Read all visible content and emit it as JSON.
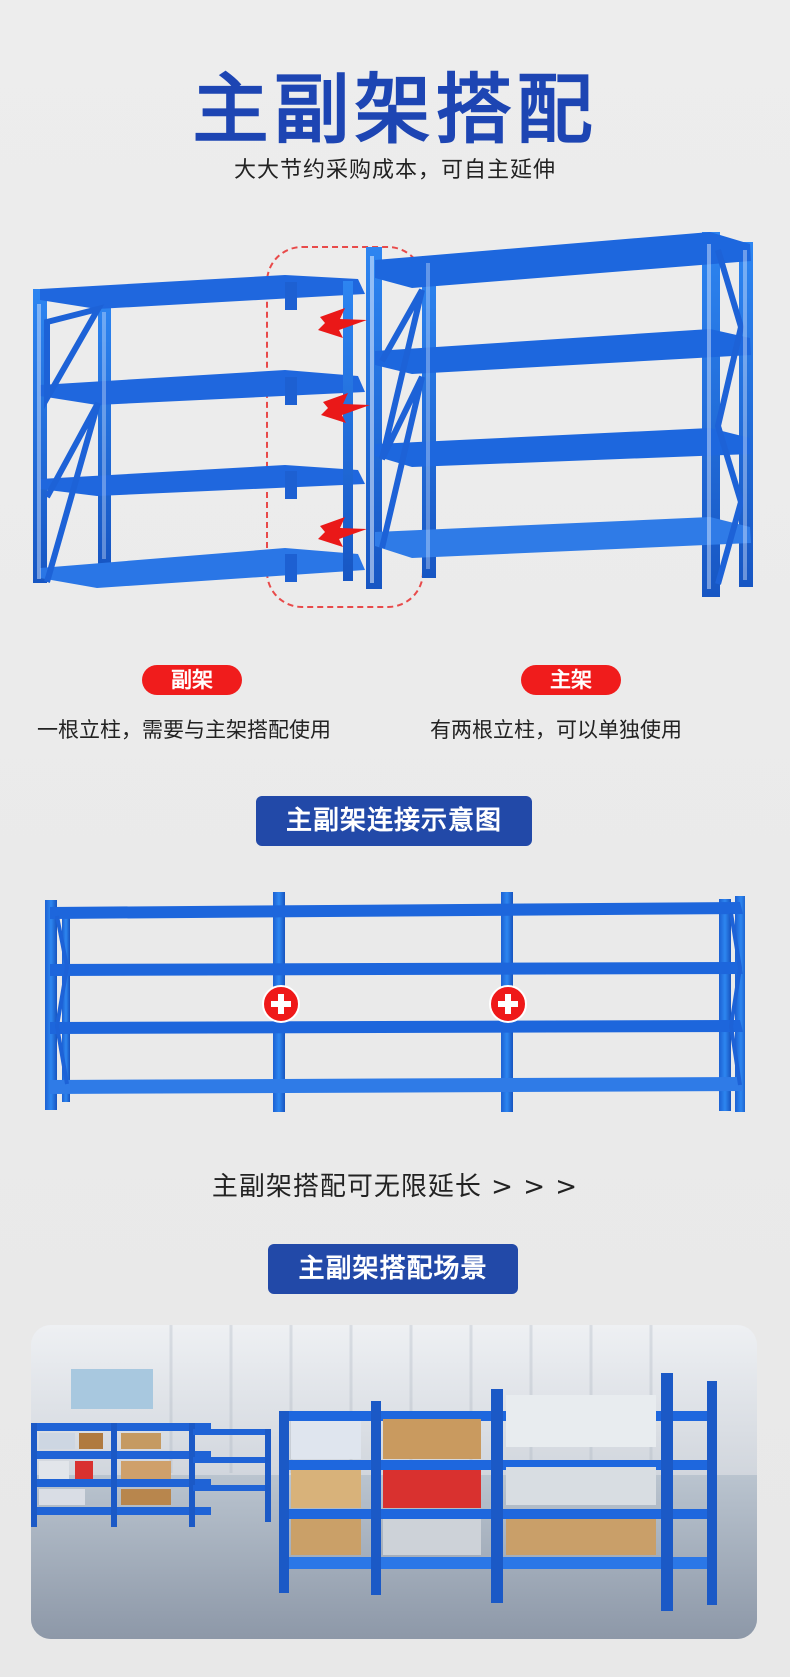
{
  "title": "主副架搭配",
  "subtitle": "大大节约采购成本，可自主延伸",
  "labels": {
    "secondary": "副架",
    "main": "主架"
  },
  "descriptions": {
    "secondary": "一根立柱，需要与主架搭配使用",
    "main": "有两根立柱，可以单独使用"
  },
  "sections": {
    "connection": "主副架连接示意图",
    "scene": "主副架搭配场景"
  },
  "caption": "主副架搭配可无限延长 > > >",
  "colors": {
    "brand_blue": "#1d45b3",
    "panel_blue": "#2249a8",
    "accent_red": "#f01c1c",
    "shelf_blue": "#1f73e7"
  },
  "icons": {
    "arrow": "red-arrow-icon",
    "plus": "plus-circle-icon"
  }
}
